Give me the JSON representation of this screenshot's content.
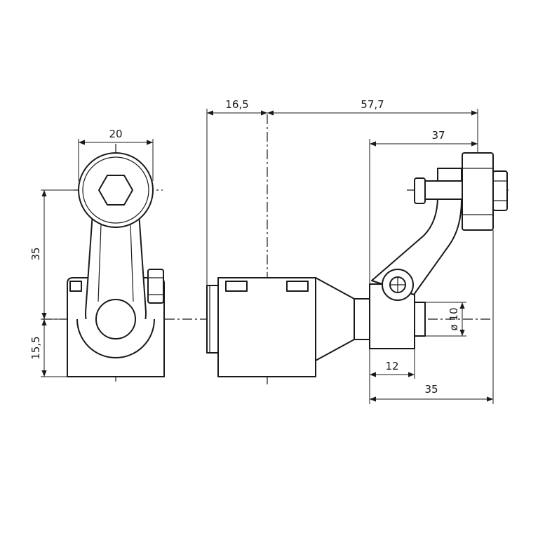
{
  "dimensions": {
    "d20": "20",
    "d35_height": "35",
    "d15_5": "15,5",
    "d16_5": "16,5",
    "d57_7": "57,7",
    "d37": "37",
    "d10": "ø 10",
    "d12": "12",
    "d35_width": "35"
  },
  "colors": {
    "line": "#1a1a1a",
    "background": "#ffffff"
  }
}
